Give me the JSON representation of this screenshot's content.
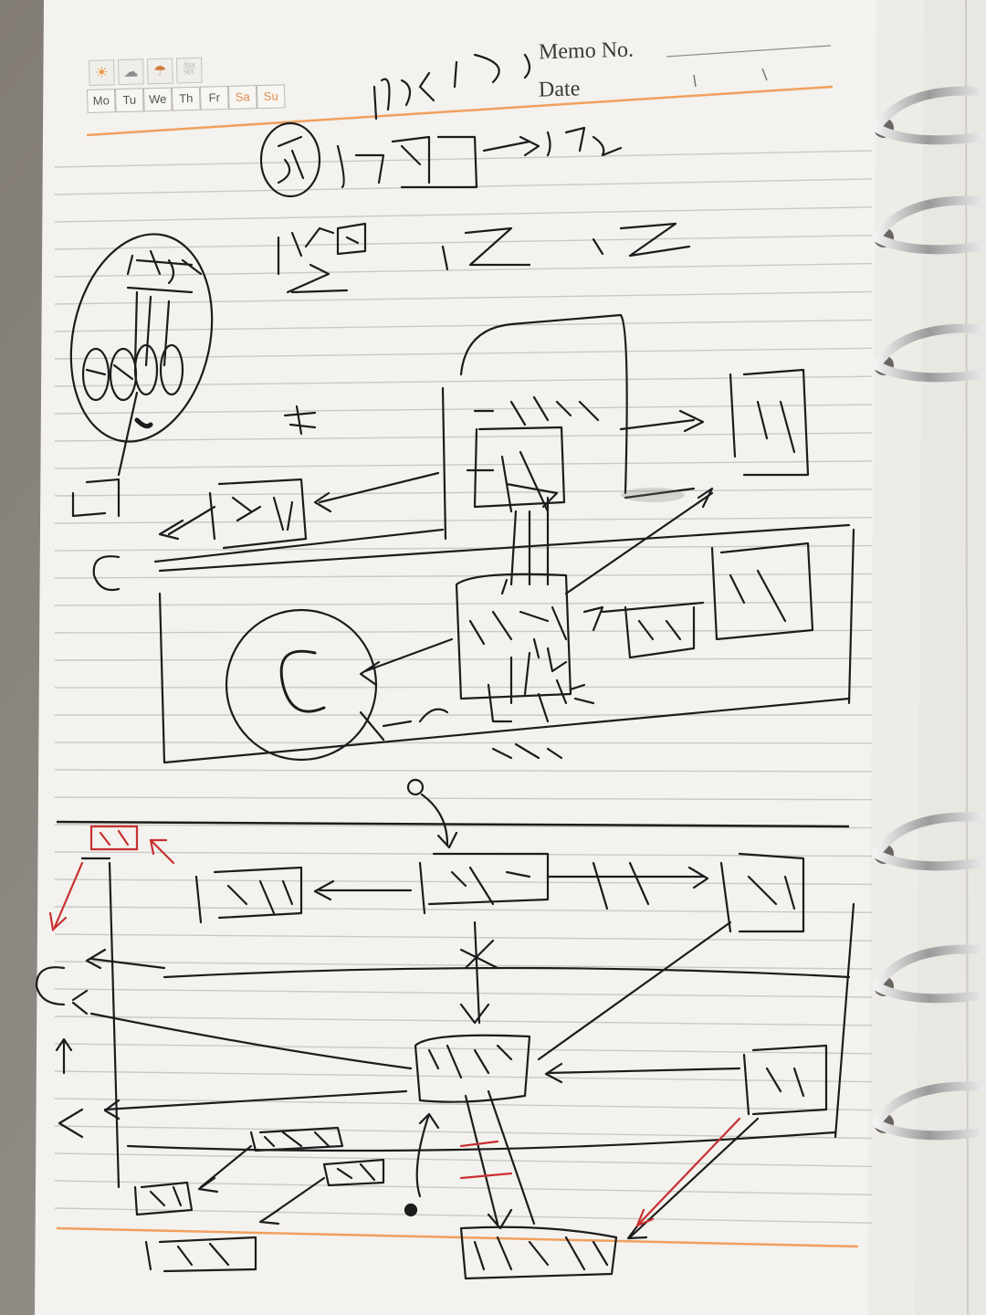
{
  "notebook": {
    "memo_label": "Memo No.",
    "date_label": "Date",
    "weekdays": [
      "Mo",
      "Tu",
      "We",
      "Th",
      "Fr",
      "Sa",
      "Su"
    ],
    "weather_icons": [
      "sun-icon",
      "cloud-icon",
      "umbrella-icon",
      "rain-cloud-icon"
    ],
    "colors": {
      "paper": "#f2f1ec",
      "rule_line": "#c9c7c4",
      "header_rule": "#f0a060",
      "ink": "#1c1c1c",
      "red_ink": "#c83030",
      "weekend_text": "#e28a4a",
      "ring_metal": "#c9c9c9",
      "background": "#8a8580"
    }
  },
  "sketch": {
    "top_note_symbols": [
      "(",
      "",
      ")"
    ],
    "central_letter": "C"
  }
}
